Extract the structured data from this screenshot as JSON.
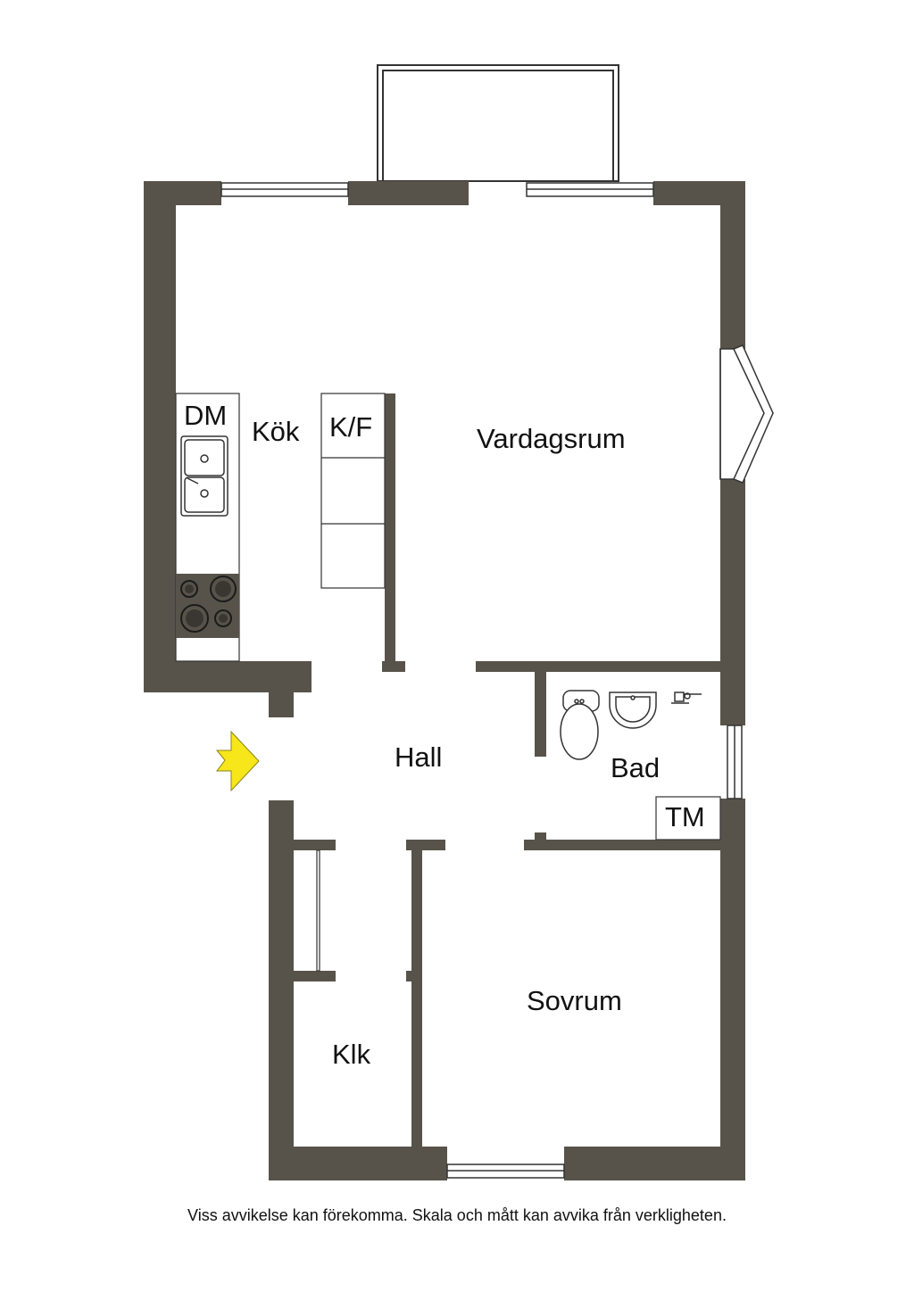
{
  "rooms": {
    "kok": "Kök",
    "vardagsrum": "Vardagsrum",
    "hall": "Hall",
    "bad": "Bad",
    "sovrum": "Sovrum",
    "klk": "Klk"
  },
  "fixtures": {
    "dm": "DM",
    "kf": "K/F",
    "tm": "TM"
  },
  "disclaimer": "Viss avvikelse kan förekomma. Skala och mått kan avvika från verkligheten.",
  "colors": {
    "wall": "#58534a",
    "entrance_arrow": "#f6e61a"
  }
}
